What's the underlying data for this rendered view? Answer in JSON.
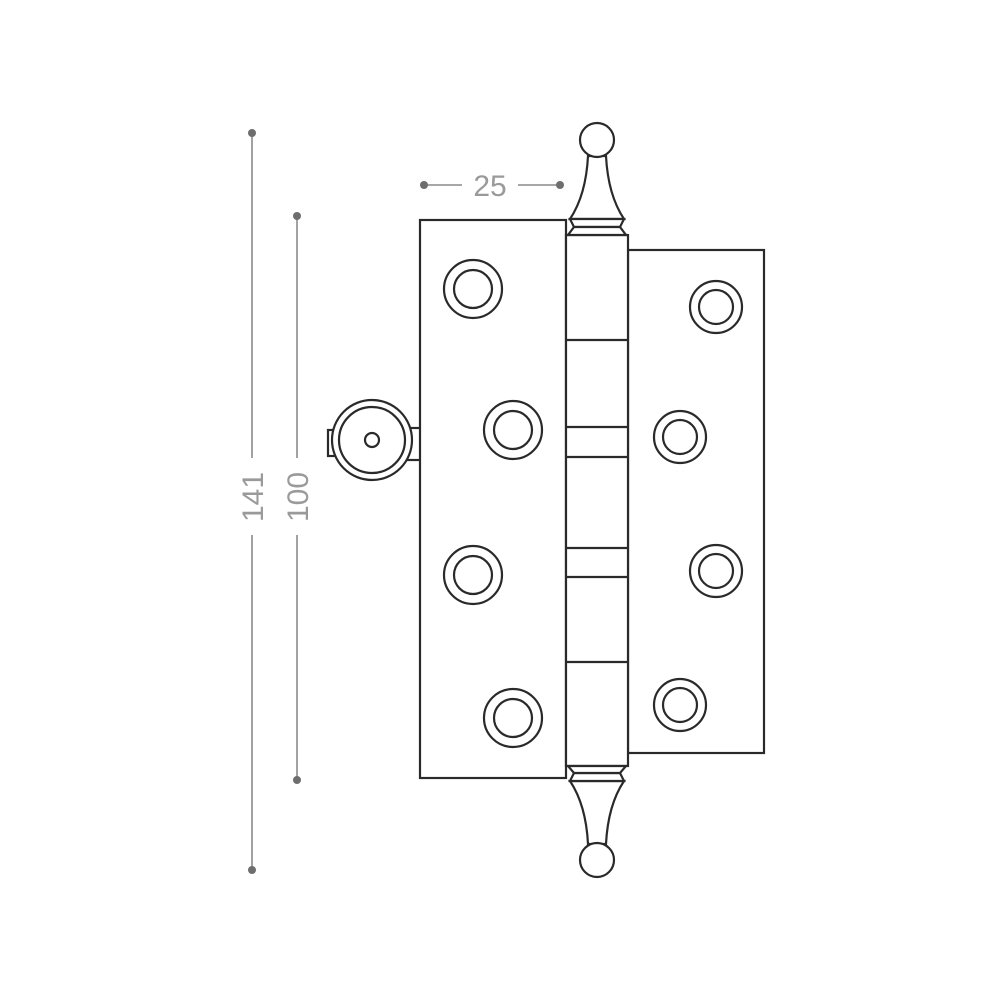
{
  "drawing": {
    "subject": "hinge",
    "dimensions": {
      "overall_height": "141",
      "leaf_height": "100",
      "leaf_width": "25"
    },
    "colors": {
      "line": "#2a2a2a",
      "dimension": "#9a9a9a"
    }
  }
}
